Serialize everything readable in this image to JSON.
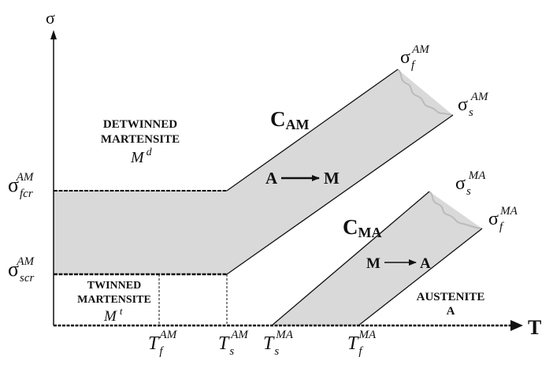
{
  "axes": {
    "y_label": "σ",
    "x_label": "T"
  },
  "regions": {
    "detwinned": {
      "line1": "DETWINNED",
      "line2": "MARTENSITE",
      "symbol": "M",
      "symbol_sup": "d"
    },
    "twinned": {
      "line1": "TWINNED",
      "line2": "MARTENSITE",
      "symbol": "M",
      "symbol_sup": "t"
    },
    "austenite": {
      "line1": "AUSTENITE",
      "line2": "A"
    }
  },
  "curves": {
    "c_am": {
      "main": "C",
      "sub": "AM"
    },
    "c_ma": {
      "main": "C",
      "sub": "MA"
    }
  },
  "transformations": {
    "a_to_m": {
      "from": "A",
      "to": "M"
    },
    "m_to_a": {
      "from": "M",
      "to": "A"
    }
  },
  "stress_labels": {
    "sigma_f_am": {
      "main": "σ",
      "sub": "f",
      "sup": "AM"
    },
    "sigma_s_am": {
      "main": "σ",
      "sub": "s",
      "sup": "AM"
    },
    "sigma_s_ma": {
      "main": "σ",
      "sub": "s",
      "sup": "MA"
    },
    "sigma_f_ma": {
      "main": "σ",
      "sub": "f",
      "sup": "MA"
    },
    "sigma_fcr_am": {
      "main": "σ",
      "sub": "fcr",
      "sup": "AM"
    },
    "sigma_scr_am": {
      "main": "σ",
      "sub": "scr",
      "sup": "AM"
    }
  },
  "temperature_labels": {
    "t_f_am": {
      "main": "T",
      "sub": "f",
      "sup": "AM"
    },
    "t_s_am": {
      "main": "T",
      "sub": "s",
      "sup": "AM"
    },
    "t_s_ma": {
      "main": "T",
      "sub": "s",
      "sup": "MA"
    },
    "t_f_ma": {
      "main": "T",
      "sub": "f",
      "sup": "MA"
    }
  },
  "colors": {
    "band_fill": "#d9d9d9",
    "line": "#111111"
  }
}
